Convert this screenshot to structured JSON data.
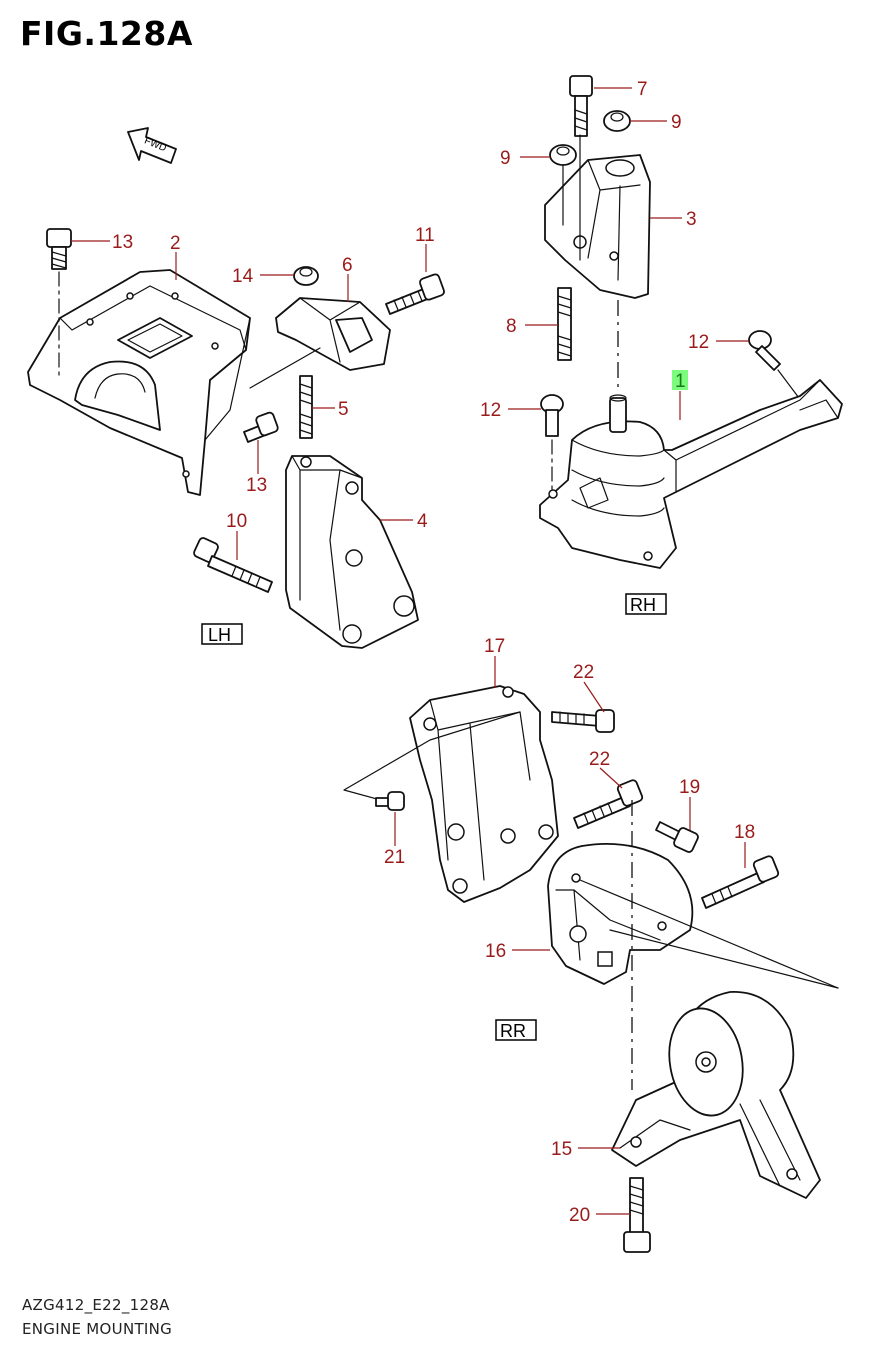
{
  "header": {
    "title": "FIG.128A"
  },
  "direction_tag": "FWD",
  "side_labels": {
    "lh": "LH",
    "rh": "RH",
    "rr": "RR"
  },
  "callouts": [
    {
      "id": "c7",
      "text": "7"
    },
    {
      "id": "c9a",
      "text": "9"
    },
    {
      "id": "c9b",
      "text": "9"
    },
    {
      "id": "c3",
      "text": "3"
    },
    {
      "id": "c8",
      "text": "8"
    },
    {
      "id": "c12a",
      "text": "12"
    },
    {
      "id": "c1",
      "text": "1",
      "highlighted": true
    },
    {
      "id": "c12b",
      "text": "12"
    },
    {
      "id": "c13a",
      "text": "13"
    },
    {
      "id": "c2",
      "text": "2"
    },
    {
      "id": "c14",
      "text": "14"
    },
    {
      "id": "c6",
      "text": "6"
    },
    {
      "id": "c11",
      "text": "11"
    },
    {
      "id": "c5",
      "text": "5"
    },
    {
      "id": "c13b",
      "text": "13"
    },
    {
      "id": "c10",
      "text": "10"
    },
    {
      "id": "c4",
      "text": "4"
    },
    {
      "id": "c17",
      "text": "17"
    },
    {
      "id": "c22a",
      "text": "22"
    },
    {
      "id": "c22b",
      "text": "22"
    },
    {
      "id": "c19",
      "text": "19"
    },
    {
      "id": "c18",
      "text": "18"
    },
    {
      "id": "c21",
      "text": "21"
    },
    {
      "id": "c16",
      "text": "16"
    },
    {
      "id": "c15",
      "text": "15"
    },
    {
      "id": "c20",
      "text": "20"
    }
  ],
  "footer": {
    "code": "AZG412_E22_128A",
    "name": "ENGINE MOUNTING"
  },
  "colors": {
    "callout": "#9a1b1b",
    "highlight": "#7CFC7C",
    "ink": "#111111"
  }
}
